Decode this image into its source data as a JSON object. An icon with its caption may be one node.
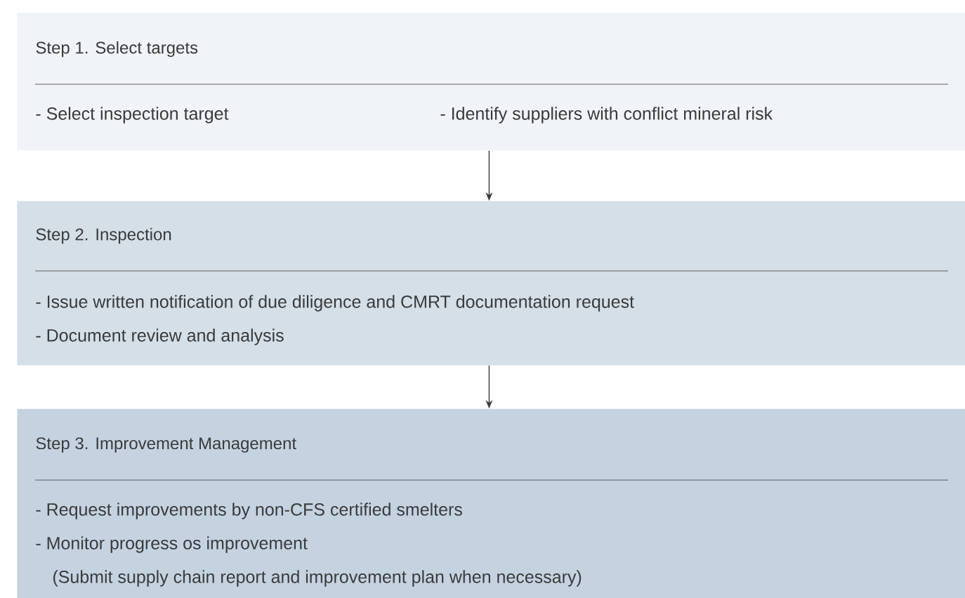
{
  "diagram": {
    "nodes": [
      {
        "text": [
          "Step 1. Select targets",
          "- Select inspection target",
          "- Identify suppliers with conflict mineral risk"
        ]
      },
      {
        "text": [
          "Step 2. Inspection",
          "- Issue written notification of due diligence and CMRT documentation request",
          "- Document review and analysis"
        ]
      },
      {
        "text": [
          "Step 3. Improvement Management",
          "- Request improvements by non-CFS certified smelters",
          "- Monitor progress os improvement",
          "(Submit supply chain report and improvement plan when necessary)"
        ]
      }
    ],
    "edges": [
      {
        "from": 0,
        "to": 1,
        "arrow": "to"
      },
      {
        "from": 1,
        "to": 2,
        "arrow": "to"
      }
    ]
  }
}
